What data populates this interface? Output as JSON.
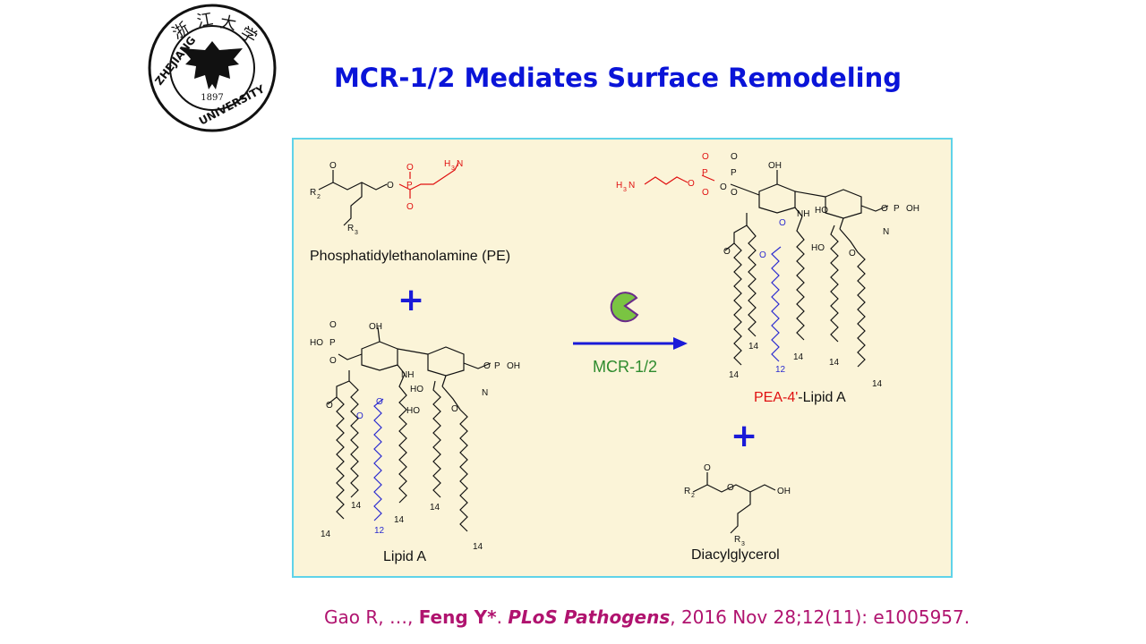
{
  "logo": {
    "text_top": "浙江大学",
    "text_bottom": "ZHEJIANG UNIVERSITY",
    "year": "1897"
  },
  "title": "MCR-1/2 Mediates Surface Remodeling",
  "scheme": {
    "pe_label": "Phosphatidylethanolamine (PE)",
    "lipid_a_label": "Lipid A",
    "enzyme_label": "MCR-1/2",
    "pea_prefix": "PEA-4'",
    "pea_suffix": "-Lipid A",
    "dag_label": "Diacylglycerol",
    "plus": "+",
    "chain_14": "14",
    "chain_12": "12",
    "colors": {
      "arrow": "#1a1ad8",
      "enzyme": "#2e8b2e",
      "pea_group": "#e01010",
      "acyl_chain": "#2a2ad0",
      "panel_bg": "#fbf4d8",
      "panel_border": "#5fd3e9"
    }
  },
  "citation": {
    "authors": "Gao R, …, ",
    "corresponding": "Feng Y*",
    "sep": ". ",
    "journal": "PLoS Pathogens",
    "details": ", 2016 Nov 28;12(11): e1005957."
  }
}
